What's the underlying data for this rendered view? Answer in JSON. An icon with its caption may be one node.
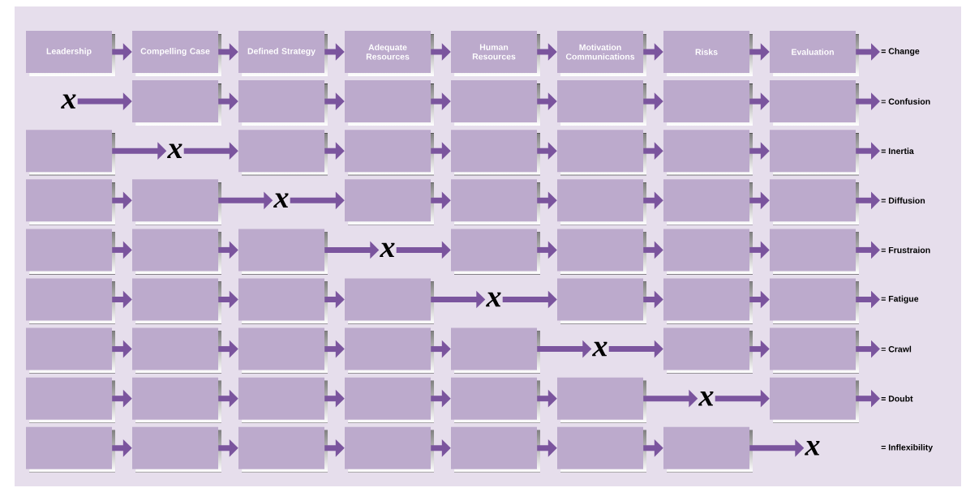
{
  "diagram": {
    "nodes": [
      {
        "text": [
          "Leadership"
        ]
      },
      {
        "text": [
          "Compelling Case"
        ]
      },
      {
        "text": [
          "Defined Strategy"
        ]
      },
      {
        "text": [
          "Adequate Resources"
        ]
      },
      {
        "text": [
          "Human Resources"
        ]
      },
      {
        "text": [
          "Motivation Communications"
        ]
      },
      {
        "text": [
          "Risks"
        ]
      },
      {
        "text": [
          "Evaluation"
        ]
      },
      {
        "text": [
          "= Change"
        ]
      },
      {
        "text": [
          "x"
        ]
      },
      {
        "text": [],
        "shape": "box"
      },
      {
        "text": [],
        "shape": "box"
      },
      {
        "text": [],
        "shape": "box"
      },
      {
        "text": [],
        "shape": "box"
      },
      {
        "text": [],
        "shape": "box"
      },
      {
        "text": [],
        "shape": "box"
      },
      {
        "text": [],
        "shape": "box"
      },
      {
        "text": [
          "= Confusion"
        ]
      },
      {
        "text": [],
        "shape": "box"
      },
      {
        "text": [
          "x"
        ]
      },
      {
        "text": [],
        "shape": "box"
      },
      {
        "text": [],
        "shape": "box"
      },
      {
        "text": [],
        "shape": "box"
      },
      {
        "text": [],
        "shape": "box"
      },
      {
        "text": [],
        "shape": "box"
      },
      {
        "text": [],
        "shape": "box"
      },
      {
        "text": [
          "= Inertia"
        ]
      },
      {
        "text": [],
        "shape": "box"
      },
      {
        "text": [],
        "shape": "box"
      },
      {
        "text": [
          "x"
        ]
      },
      {
        "text": [],
        "shape": "box"
      },
      {
        "text": [],
        "shape": "box"
      },
      {
        "text": [],
        "shape": "box"
      },
      {
        "text": [],
        "shape": "box"
      },
      {
        "text": [],
        "shape": "box"
      },
      {
        "text": [
          "= Diffusion"
        ]
      },
      {
        "text": [],
        "shape": "box"
      },
      {
        "text": [],
        "shape": "box"
      },
      {
        "text": [],
        "shape": "box"
      },
      {
        "text": [
          "x"
        ]
      },
      {
        "text": [],
        "shape": "box"
      },
      {
        "text": [],
        "shape": "box"
      },
      {
        "text": [],
        "shape": "box"
      },
      {
        "text": [],
        "shape": "box"
      },
      {
        "text": [
          "= Frustraion"
        ]
      },
      {
        "text": [],
        "shape": "box"
      },
      {
        "text": [],
        "shape": "box"
      },
      {
        "text": [],
        "shape": "box"
      },
      {
        "text": [],
        "shape": "box"
      },
      {
        "text": [
          "x"
        ]
      },
      {
        "text": [],
        "shape": "box"
      },
      {
        "text": [],
        "shape": "box"
      },
      {
        "text": [],
        "shape": "box"
      },
      {
        "text": [
          "= Fatigue"
        ]
      },
      {
        "text": [],
        "shape": "box"
      },
      {
        "text": [],
        "shape": "box"
      },
      {
        "text": [],
        "shape": "box"
      },
      {
        "text": [],
        "shape": "box"
      },
      {
        "text": [],
        "shape": "box"
      },
      {
        "text": [
          "x"
        ]
      },
      {
        "text": [],
        "shape": "box"
      },
      {
        "text": [],
        "shape": "box"
      },
      {
        "text": [
          "= Crawl"
        ]
      },
      {
        "text": [],
        "shape": "box"
      },
      {
        "text": [],
        "shape": "box"
      },
      {
        "text": [],
        "shape": "box"
      },
      {
        "text": [],
        "shape": "box"
      },
      {
        "text": [],
        "shape": "box"
      },
      {
        "text": [],
        "shape": "box"
      },
      {
        "text": [
          "x"
        ]
      },
      {
        "text": [],
        "shape": "box"
      },
      {
        "text": [
          "= Doubt"
        ]
      },
      {
        "text": [],
        "shape": "box"
      },
      {
        "text": [],
        "shape": "box"
      },
      {
        "text": [],
        "shape": "box"
      },
      {
        "text": [],
        "shape": "box"
      },
      {
        "text": [],
        "shape": "box"
      },
      {
        "text": [],
        "shape": "box"
      },
      {
        "text": [],
        "shape": "box"
      },
      {
        "text": [
          "x"
        ]
      }
    ],
    "edges": [
      {
        "from": 0,
        "to": 1,
        "arrow": "to"
      },
      {
        "from": 1,
        "to": 2,
        "arrow": "to"
      },
      {
        "from": 2,
        "to": 3,
        "arrow": "to"
      },
      {
        "from": 3,
        "to": 4,
        "arrow": "to"
      },
      {
        "from": 4,
        "to": 5,
        "arrow": "to"
      },
      {
        "from": 5,
        "to": 6,
        "arrow": "to"
      },
      {
        "from": 6,
        "to": 7,
        "arrow": "to"
      },
      {
        "from": 7,
        "to": 8,
        "arrow": "to"
      },
      {
        "from": 9,
        "to": 10,
        "arrow": "to"
      },
      {
        "from": 10,
        "to": 11,
        "arrow": "to"
      },
      {
        "from": 11,
        "to": 12,
        "arrow": "to"
      },
      {
        "from": 12,
        "to": 13,
        "arrow": "to"
      },
      {
        "from": 13,
        "to": 14,
        "arrow": "to"
      },
      {
        "from": 14,
        "to": 15,
        "arrow": "to"
      },
      {
        "from": 15,
        "to": 16,
        "arrow": "to"
      },
      {
        "from": 16,
        "to": 17,
        "arrow": "to"
      },
      {
        "from": 18,
        "to": 19,
        "arrow": "to"
      },
      {
        "from": 19,
        "to": 20,
        "arrow": "to"
      },
      {
        "from": 20,
        "to": 21,
        "arrow": "to"
      },
      {
        "from": 21,
        "to": 22,
        "arrow": "to"
      },
      {
        "from": 22,
        "to": 23,
        "arrow": "to"
      },
      {
        "from": 23,
        "to": 24,
        "arrow": "to"
      },
      {
        "from": 24,
        "to": 25,
        "arrow": "to"
      },
      {
        "from": 25,
        "to": 26,
        "arrow": "to"
      },
      {
        "from": 27,
        "to": 28,
        "arrow": "to"
      },
      {
        "from": 28,
        "to": 29,
        "arrow": "to"
      },
      {
        "from": 29,
        "to": 30,
        "arrow": "to"
      },
      {
        "from": 30,
        "to": 31,
        "arrow": "to"
      },
      {
        "from": 31,
        "to": 32,
        "arrow": "to"
      },
      {
        "from": 32,
        "to": 33,
        "arrow": "to"
      },
      {
        "from": 33,
        "to": 34,
        "arrow": "to"
      },
      {
        "from": 34,
        "to": 35,
        "arrow": "to"
      },
      {
        "from": 36,
        "to": 37,
        "arrow": "to"
      },
      {
        "from": 37,
        "to": 38,
        "arrow": "to"
      },
      {
        "from": 38,
        "to": 39,
        "arrow": "to"
      },
      {
        "from": 39,
        "to": 40,
        "arrow": "to"
      },
      {
        "from": 40,
        "to": 41,
        "arrow": "to"
      },
      {
        "from": 41,
        "to": 42,
        "arrow": "to"
      },
      {
        "from": 42,
        "to": 43,
        "arrow": "to"
      },
      {
        "from": 43,
        "to": 44,
        "arrow": "to"
      },
      {
        "from": 45,
        "to": 46,
        "arrow": "to"
      },
      {
        "from": 46,
        "to": 47,
        "arrow": "to"
      },
      {
        "from": 47,
        "to": 48,
        "arrow": "to"
      },
      {
        "from": 48,
        "to": 49,
        "arrow": "to"
      },
      {
        "from": 49,
        "to": 50,
        "arrow": "to"
      },
      {
        "from": 50,
        "to": 51,
        "arrow": "to"
      },
      {
        "from": 51,
        "to": 52,
        "arrow": "to"
      },
      {
        "from": 52,
        "to": 53,
        "arrow": "to"
      },
      {
        "from": 54,
        "to": 55,
        "arrow": "to"
      },
      {
        "from": 55,
        "to": 56,
        "arrow": "to"
      },
      {
        "from": 56,
        "to": 57,
        "arrow": "to"
      },
      {
        "from": 57,
        "to": 58,
        "arrow": "to"
      },
      {
        "from": 58,
        "to": 59,
        "arrow": "to"
      },
      {
        "from": 59,
        "to": 60,
        "arrow": "to"
      },
      {
        "from": 60,
        "to": 61,
        "arrow": "to"
      },
      {
        "from": 61,
        "to": 62,
        "arrow": "to"
      },
      {
        "from": 63,
        "to": 64,
        "arrow": "to"
      },
      {
        "from": 64,
        "to": 65,
        "arrow": "to"
      },
      {
        "from": 65,
        "to": 66,
        "arrow": "to"
      },
      {
        "from": 66,
        "to": 67,
        "arrow": "to"
      },
      {
        "from": 67,
        "to": 68,
        "arrow": "to"
      },
      {
        "from": 68,
        "to": 69,
        "arrow": "to"
      },
      {
        "from": 69,
        "to": 70,
        "arrow": "to"
      },
      {
        "from": 70,
        "to": 71,
        "arrow": "to"
      },
      {
        "from": 72,
        "to": 73,
        "arrow": "to"
      },
      {
        "from": 73,
        "to": 74,
        "arrow": "to"
      },
      {
        "from": 74,
        "to": 75,
        "arrow": "to"
      },
      {
        "from": 75,
        "to": 76,
        "arrow": "to"
      },
      {
        "from": 76,
        "to": 77,
        "arrow": "to"
      },
      {
        "from": 77,
        "to": 78,
        "arrow": "to"
      },
      {
        "from": 78,
        "to": 79,
        "arrow": "to"
      }
    ],
    "labels": [
      "= Inflexibility"
    ]
  }
}
